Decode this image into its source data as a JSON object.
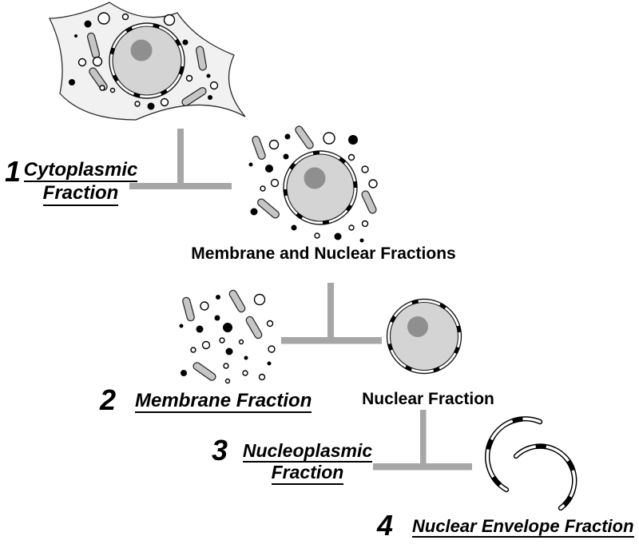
{
  "steps": [
    {
      "number": "1",
      "label_line1": "Cytoplasmic",
      "label_line2": "Fraction"
    },
    {
      "number": "2",
      "label": "Membrane Fraction"
    },
    {
      "number": "3",
      "label_line1": "Nucleoplasmic",
      "label_line2": "Fraction"
    },
    {
      "number": "4",
      "label": "Nuclear Envelope Fraction"
    }
  ],
  "stage_labels": {
    "membrane_and_nuclear": "Membrane and Nuclear Fractions",
    "nuclear": "Nuclear Fraction"
  },
  "colors": {
    "connector_gray": "#a6a6a6",
    "cell_body_fill": "#f1f1f1",
    "nucleus_fill": "#d4d4d4",
    "nucleolus_fill": "#8f8f8f",
    "rod_fill": "#c6c6c6",
    "outline": "#1a1a1a",
    "text": "#000000"
  }
}
